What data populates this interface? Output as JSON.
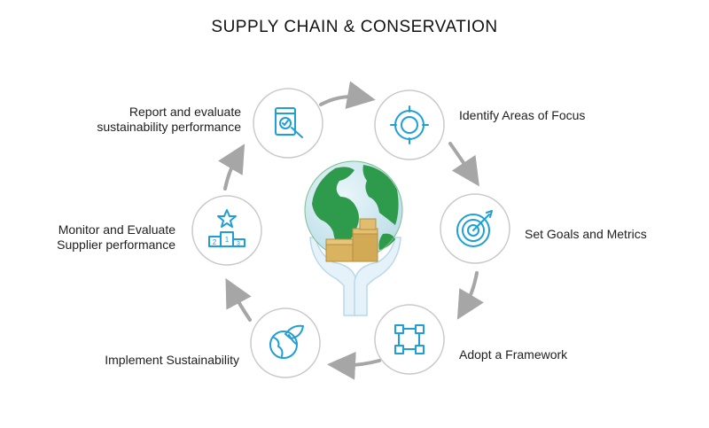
{
  "title": "SUPPLY CHAIN & CONSERVATION",
  "colors": {
    "icon": "#1f9fd8",
    "arrow": "#a6a6a6",
    "circle_border": "#c9c9c9",
    "globe_green": "#2e9a4c",
    "globe_sea": "#d7ecf2",
    "box": "#d9b35f",
    "hands": "#cfe6f3"
  },
  "steps": [
    {
      "label": "Identify Areas of Focus",
      "icon": "target-ring-icon"
    },
    {
      "label": "Set Goals and Metrics",
      "icon": "dartboard-icon"
    },
    {
      "label": "Adopt a Framework",
      "icon": "network-framework-icon"
    },
    {
      "label": "Implement Sustainability",
      "icon": "earth-leaf-icon"
    },
    {
      "label_lines": [
        "Monitor and Evaluate",
        "Supplier performance"
      ],
      "icon": "podium-star-icon"
    },
    {
      "label_lines": [
        "Report and evaluate",
        "sustainability performance"
      ],
      "icon": "report-magnifier-icon"
    }
  ],
  "center": {
    "icon": "globe-hands-boxes-icon"
  }
}
